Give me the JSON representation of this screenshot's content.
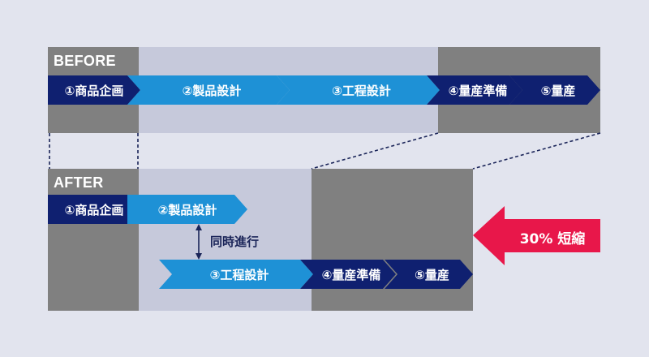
{
  "before": {
    "label": "BEFORE",
    "steps": [
      "①商品企画",
      "②製品設計",
      "③工程設計",
      "④量産準備",
      "⑤量産"
    ]
  },
  "after": {
    "label": "AFTER",
    "steps": [
      "①商品企画",
      "②製品設計",
      "③工程設計",
      "④量産準備",
      "⑤量産"
    ],
    "concurrent_label": "同時進行"
  },
  "reduction_badge": "30% 短縮",
  "colors": {
    "background": "#e2e4ee",
    "gray_panel": "#808080",
    "light_panel": "#c6c9db",
    "navy_step": "#0f2070",
    "blue_step": "#1e91d6",
    "accent_arrow": "#e8174a"
  }
}
